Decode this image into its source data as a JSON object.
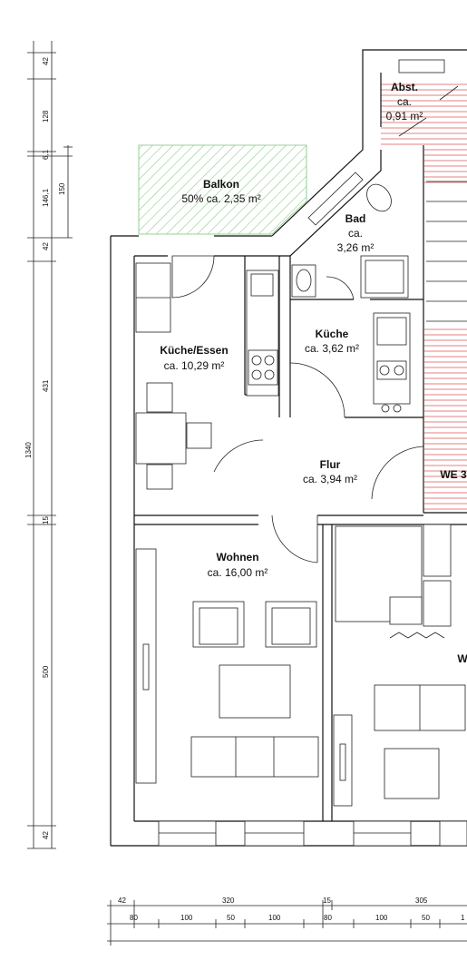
{
  "rooms": {
    "abst": {
      "name": "Abst.",
      "l1": "ca.",
      "l2": "0,91 m²"
    },
    "balkon": {
      "name": "Balkon",
      "area": "50% ca. 2,35 m²"
    },
    "bad": {
      "name": "Bad",
      "l1": "ca.",
      "l2": "3,26 m²"
    },
    "kueche_essen": {
      "name": "Küche/Essen",
      "area": "ca. 10,29 m²"
    },
    "kueche": {
      "name": "Küche",
      "area": "ca. 3,62 m²"
    },
    "flur": {
      "name": "Flur",
      "area": "ca. 3,94 m²"
    },
    "wohnen": {
      "name": "Wohnen",
      "area": "ca. 16,00 m²"
    },
    "we3": {
      "name": "WE 3"
    },
    "w_cut": {
      "name": "W"
    }
  },
  "dims_left": {
    "outer": [
      "42",
      "128",
      "6,1",
      "146,1",
      "42",
      "431",
      "15",
      "500",
      "42"
    ],
    "inner": [
      "150"
    ],
    "total": "1340"
  },
  "dims_bottom": {
    "row1": [
      "42",
      "320",
      "15",
      "305"
    ],
    "row2": [
      "80",
      "100",
      "50",
      "100",
      "80",
      "100",
      "50",
      "1"
    ]
  },
  "colors": {
    "balcony_hatch": "#7cc47a",
    "stair_hatch": "#e06060"
  }
}
